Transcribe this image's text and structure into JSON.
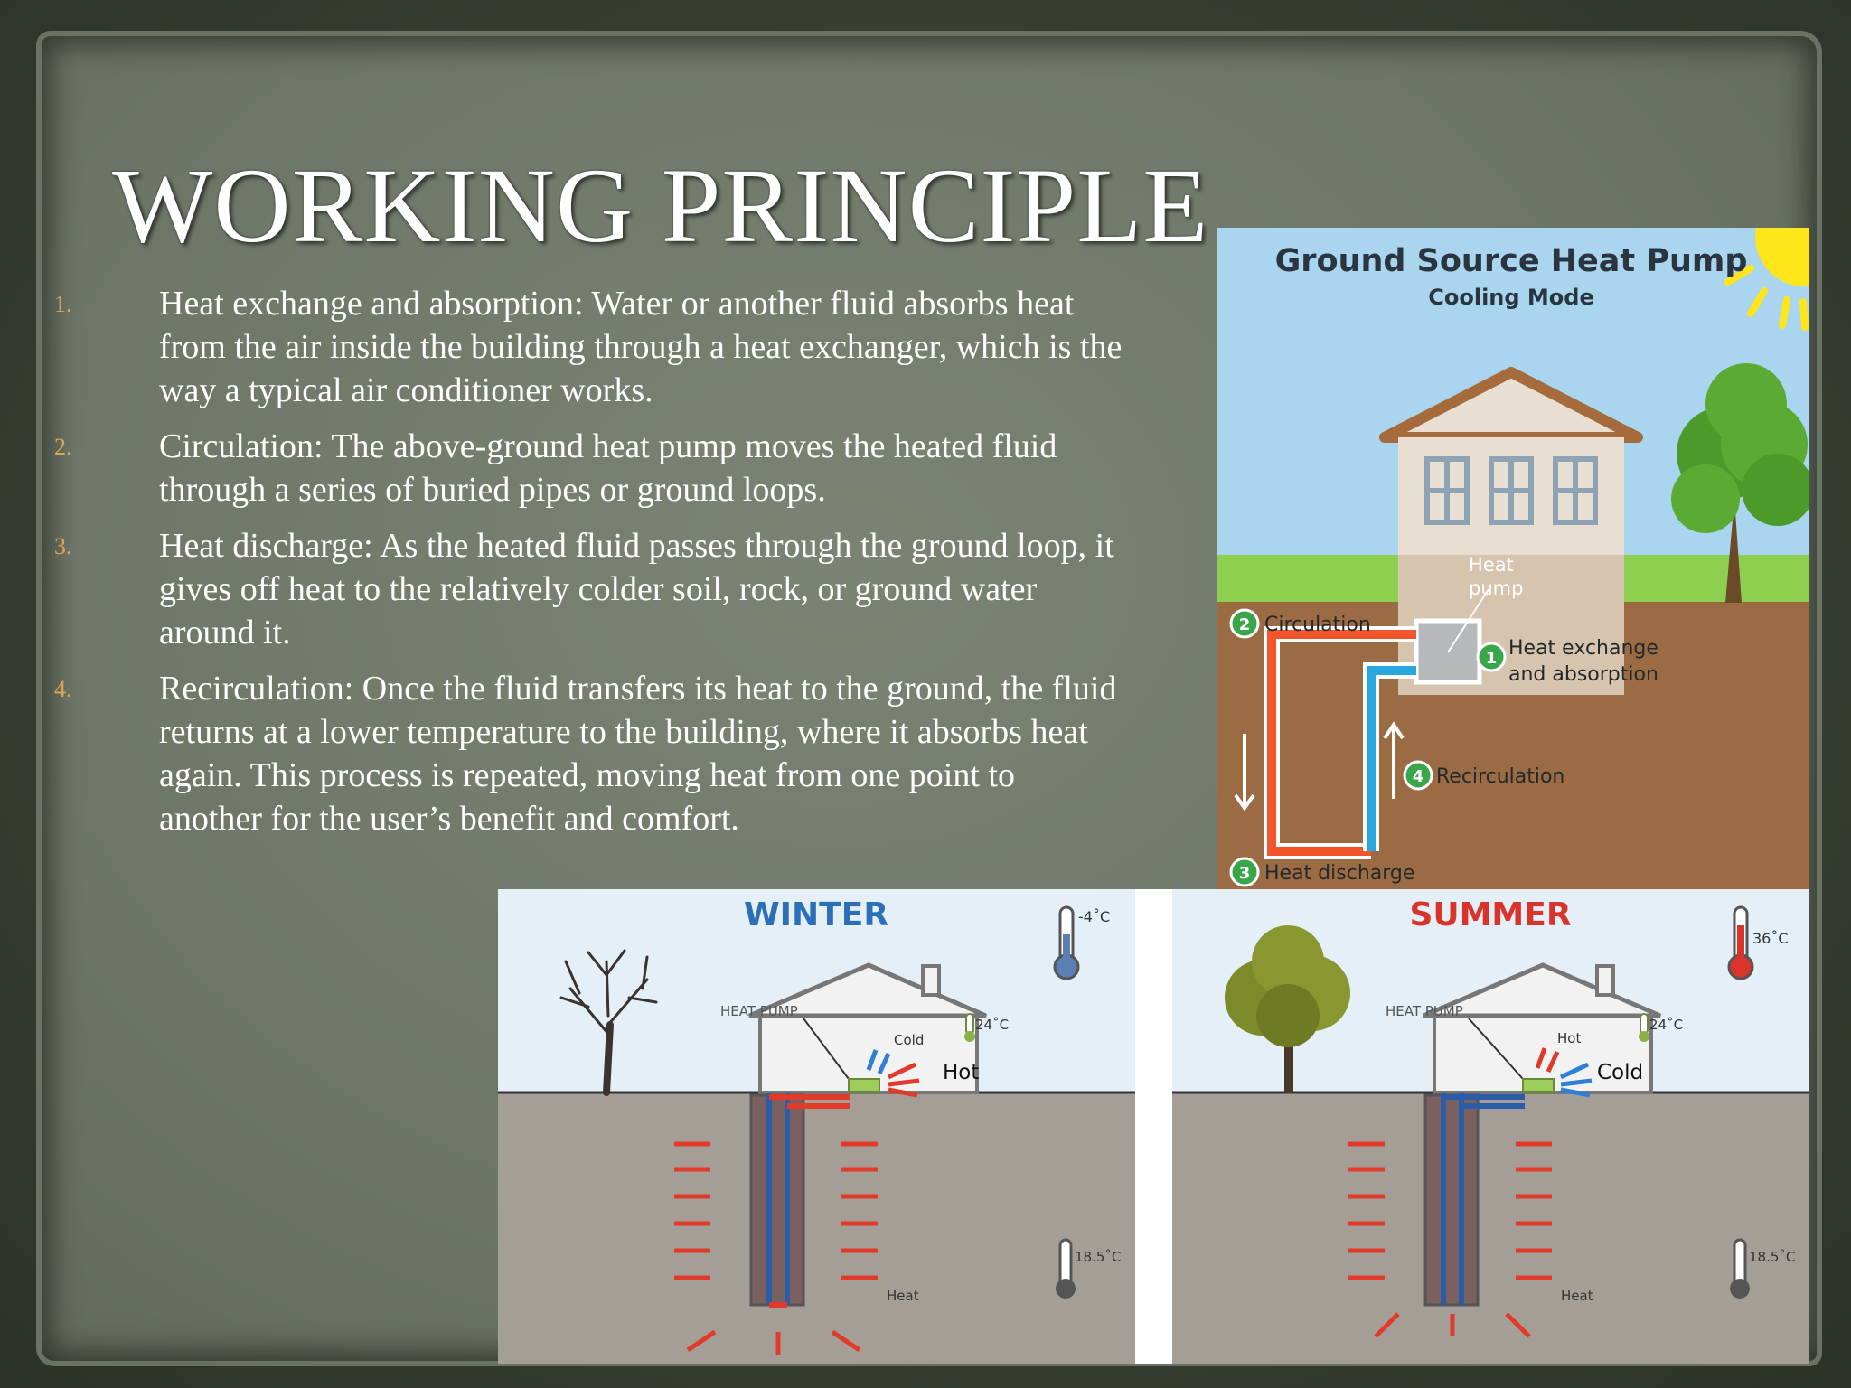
{
  "slide": {
    "title": "WORKING PRINCIPLE",
    "items": [
      {
        "number": "1.",
        "text": "Heat exchange and absorption: Water or another fluid absorbs heat from the air inside the building through a heat exchanger, which is the way a typical air conditioner works."
      },
      {
        "number": "2.",
        "text": "Circulation: The above-ground heat pump moves the heated fluid through a series of buried pipes or ground loops."
      },
      {
        "number": "3.",
        "text": "Heat discharge: As the heated fluid passes through the ground loop, it gives off heat to the relatively colder soil, rock, or ground water around it."
      },
      {
        "number": "4.",
        "text": "Recirculation: Once the fluid transfers its heat to the ground, the fluid returns at a lower temperature to the building, where it absorbs heat again. This process is repeated, moving heat from one point to another for the user’s benefit and comfort."
      }
    ]
  },
  "gshp": {
    "title": "Ground Source Heat Pump",
    "subtitle": "Cooling Mode",
    "heat_pump": [
      "Heat",
      "pump"
    ],
    "steps": [
      {
        "n": "1",
        "label": [
          "Heat exchange",
          "and absorption"
        ]
      },
      {
        "n": "2",
        "label": [
          "Circulation"
        ]
      },
      {
        "n": "3",
        "label": [
          "Heat discharge"
        ]
      },
      {
        "n": "4",
        "label": [
          "Recirculation"
        ]
      }
    ],
    "colors": {
      "sky": "#a9d6ee",
      "ground": "#9b6c44",
      "grass": "#8fcf4f",
      "hot": "#f2552c",
      "cold": "#29a8e0",
      "badge": "#3aa64a"
    }
  },
  "seasons": {
    "winter": {
      "title": "WINTER",
      "outside_temp": "-4˚C",
      "inside_temp": "24˚C",
      "ground_temp": "18.5˚C",
      "pump_label": "HEAT PUMP",
      "small_air": "Cold",
      "big_air": "Hot",
      "ground_label": "Heat",
      "title_color": "#2a6fb8"
    },
    "summer": {
      "title": "SUMMER",
      "outside_temp": "36˚C",
      "inside_temp": "24˚C",
      "ground_temp": "18.5˚C",
      "pump_label": "HEAT PUMP",
      "small_air": "Hot",
      "big_air": "Cold",
      "ground_label": "Heat",
      "title_color": "#d8342c"
    }
  }
}
